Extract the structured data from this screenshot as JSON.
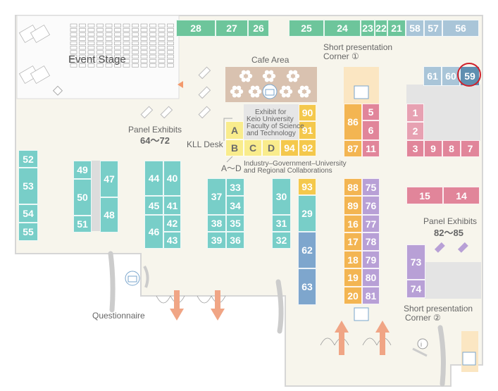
{
  "colors": {
    "green": "#6dc59b",
    "teal": "#78cec8",
    "pale_blue": "#a9c5d8",
    "dark_blue": "#5f8fb0",
    "pink": "#e1859a",
    "pink_light": "#e7a1b2",
    "yellow": "#f4c84c",
    "yellow_light": "#f9ec8c",
    "orange": "#f3b552",
    "purple": "#b8a0d6",
    "blue": "#7ea6cd",
    "highlight": "#d0212b",
    "arrow": "#f0a585"
  },
  "labels": {
    "event_stage": "Event Stage",
    "cafe_area": "Cafe Area",
    "short_pres_1_line1": "Short presentation",
    "short_pres_1_line2": "Corner ①",
    "short_pres_2_line1": "Short presentation",
    "short_pres_2_line2": "Corner ②",
    "panel_exhibits_a": "Panel Exhibits",
    "panel_exhibits_a_range": "64～72",
    "panel_exhibits_b": "Panel Exhibits",
    "panel_exhibits_b_range": "82～85",
    "kll_desk": "KLL Desk",
    "exhibit_keio_line1": "Exhibit for",
    "exhibit_keio_line2": "Keio University",
    "exhibit_keio_line3": "Faculty of Science",
    "exhibit_keio_line4": "and Technology",
    "a_to_d": "A～D",
    "industry_line1": "Industry–Government–University",
    "industry_line2": "and Regional Collaborations",
    "questionnaire": "Questionnaire"
  },
  "booths": [
    {
      "id": "28",
      "c": "green"
    },
    {
      "id": "27",
      "c": "green"
    },
    {
      "id": "26",
      "c": "green"
    },
    {
      "id": "25",
      "c": "green"
    },
    {
      "id": "24",
      "c": "green"
    },
    {
      "id": "23",
      "c": "green"
    },
    {
      "id": "22",
      "c": "green"
    },
    {
      "id": "21",
      "c": "green"
    },
    {
      "id": "58",
      "c": "pale_blue"
    },
    {
      "id": "57",
      "c": "pale_blue"
    },
    {
      "id": "56",
      "c": "pale_blue"
    },
    {
      "id": "61",
      "c": "pale_blue"
    },
    {
      "id": "60",
      "c": "pale_blue"
    },
    {
      "id": "59",
      "c": "dark_blue"
    },
    {
      "id": "52",
      "c": "teal"
    },
    {
      "id": "53",
      "c": "teal"
    },
    {
      "id": "54",
      "c": "teal"
    },
    {
      "id": "55",
      "c": "teal"
    },
    {
      "id": "49",
      "c": "teal"
    },
    {
      "id": "50",
      "c": "teal"
    },
    {
      "id": "51",
      "c": "teal"
    },
    {
      "id": "47",
      "c": "teal"
    },
    {
      "id": "48",
      "c": "teal"
    },
    {
      "id": "44",
      "c": "teal"
    },
    {
      "id": "40",
      "c": "teal"
    },
    {
      "id": "45",
      "c": "teal"
    },
    {
      "id": "41",
      "c": "teal"
    },
    {
      "id": "46",
      "c": "teal"
    },
    {
      "id": "42",
      "c": "teal"
    },
    {
      "id": "43",
      "c": "teal"
    },
    {
      "id": "37",
      "c": "teal"
    },
    {
      "id": "33",
      "c": "teal"
    },
    {
      "id": "34",
      "c": "teal"
    },
    {
      "id": "38",
      "c": "teal"
    },
    {
      "id": "35",
      "c": "teal"
    },
    {
      "id": "39",
      "c": "teal"
    },
    {
      "id": "36",
      "c": "teal"
    },
    {
      "id": "30",
      "c": "teal"
    },
    {
      "id": "31",
      "c": "teal"
    },
    {
      "id": "32",
      "c": "teal"
    },
    {
      "id": "93",
      "c": "yellow"
    },
    {
      "id": "29",
      "c": "teal"
    },
    {
      "id": "62",
      "c": "blue"
    },
    {
      "id": "63",
      "c": "blue"
    },
    {
      "id": "90",
      "c": "yellow"
    },
    {
      "id": "91",
      "c": "yellow"
    },
    {
      "id": "92",
      "c": "yellow"
    },
    {
      "id": "94",
      "c": "yellow"
    },
    {
      "id": "A",
      "c": "yellow_light"
    },
    {
      "id": "B",
      "c": "yellow_light"
    },
    {
      "id": "C",
      "c": "yellow_light"
    },
    {
      "id": "D",
      "c": "yellow_light"
    },
    {
      "id": "5",
      "c": "pink"
    },
    {
      "id": "86",
      "c": "orange"
    },
    {
      "id": "6",
      "c": "pink"
    },
    {
      "id": "87",
      "c": "orange"
    },
    {
      "id": "11",
      "c": "pink"
    },
    {
      "id": "88",
      "c": "orange"
    },
    {
      "id": "75",
      "c": "purple"
    },
    {
      "id": "89",
      "c": "orange"
    },
    {
      "id": "76",
      "c": "purple"
    },
    {
      "id": "16",
      "c": "orange"
    },
    {
      "id": "77",
      "c": "purple"
    },
    {
      "id": "17",
      "c": "orange"
    },
    {
      "id": "78",
      "c": "purple"
    },
    {
      "id": "18",
      "c": "orange"
    },
    {
      "id": "79",
      "c": "purple"
    },
    {
      "id": "19",
      "c": "orange"
    },
    {
      "id": "80",
      "c": "purple"
    },
    {
      "id": "20",
      "c": "orange"
    },
    {
      "id": "81",
      "c": "purple"
    },
    {
      "id": "1",
      "c": "pink_light"
    },
    {
      "id": "2",
      "c": "pink_light"
    },
    {
      "id": "3",
      "c": "pink"
    },
    {
      "id": "9",
      "c": "pink"
    },
    {
      "id": "8",
      "c": "pink"
    },
    {
      "id": "7",
      "c": "pink"
    },
    {
      "id": "15",
      "c": "pink"
    },
    {
      "id": "14",
      "c": "pink"
    },
    {
      "id": "73",
      "c": "purple"
    },
    {
      "id": "74",
      "c": "purple"
    }
  ]
}
